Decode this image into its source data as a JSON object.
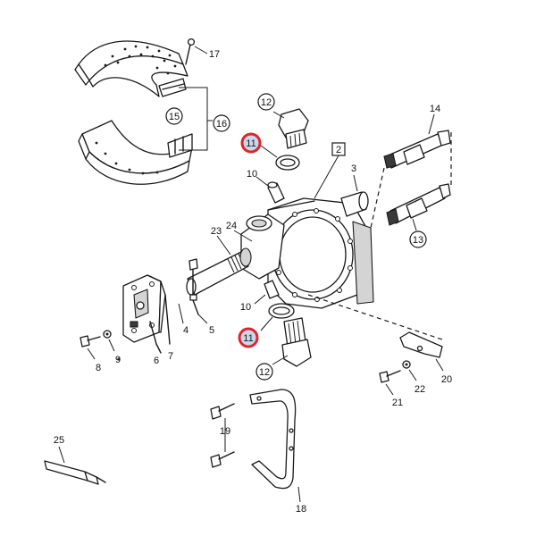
{
  "diagram": {
    "labels": {
      "l2": "2",
      "l3": "3",
      "l4": "4",
      "l5": "5",
      "l6": "6",
      "l7": "7",
      "l8": "8",
      "l9": "9",
      "l10a": "10",
      "l10b": "10",
      "l11a": "11",
      "l11b": "11",
      "l12a": "12",
      "l12b": "12",
      "l13": "13",
      "l14": "14",
      "l15": "15",
      "l16": "16",
      "l17": "17",
      "l18": "18",
      "l19": "19",
      "l20": "20",
      "l21": "21",
      "l22": "22",
      "l23": "23",
      "l24": "24",
      "l25": "25"
    },
    "highlight_color": "#e0242b",
    "highlight_fill": "#c8d8ec"
  }
}
